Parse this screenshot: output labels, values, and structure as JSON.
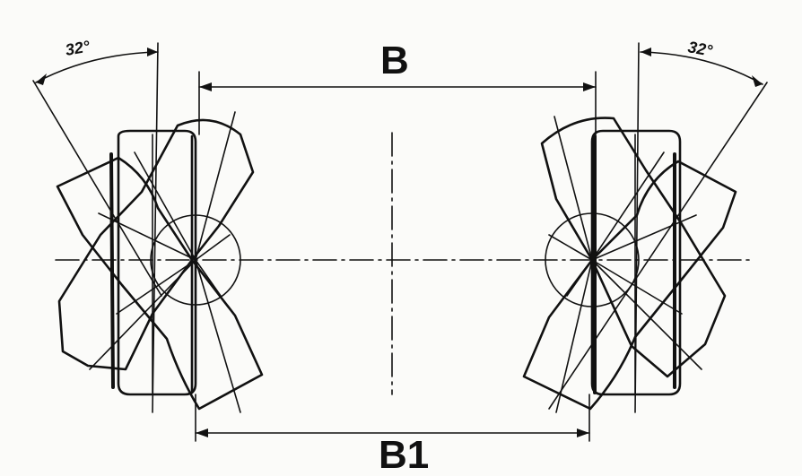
{
  "diagram": {
    "dimension_top": "B",
    "dimension_bottom": "B1",
    "angle_left": "32°",
    "angle_right": "32°",
    "ink_color": "#111111",
    "paper_color": "#fbfbf9"
  }
}
